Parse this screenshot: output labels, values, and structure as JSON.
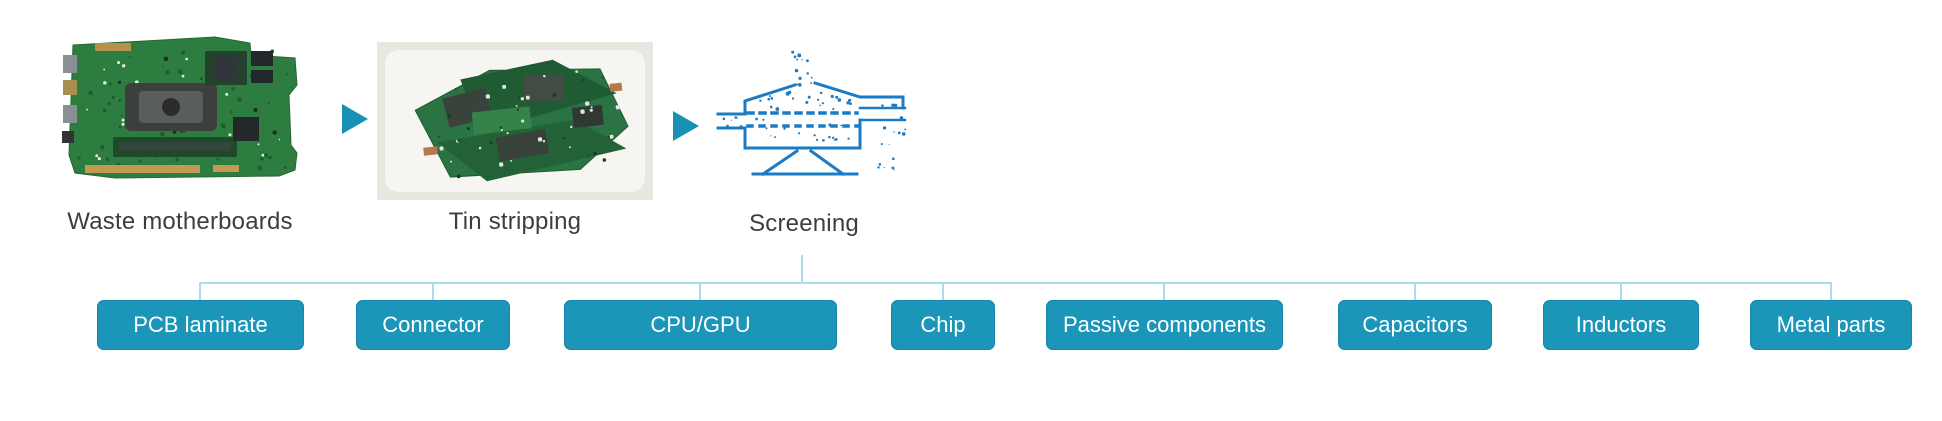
{
  "diagram": {
    "title_hidden": "",
    "steps": [
      {
        "label": "Waste motherboards",
        "icon": "waste-motherboards-photo"
      },
      {
        "label": "Tin stripping",
        "icon": "tin-stripping-photo"
      },
      {
        "label": "Screening",
        "icon": "screening-machine-icon"
      }
    ],
    "arrow_icon": "right-triangle-arrow",
    "outputs": [
      {
        "label": "PCB laminate"
      },
      {
        "label": "Connector"
      },
      {
        "label": "CPU/GPU"
      },
      {
        "label": "Chip"
      },
      {
        "label": "Passive components"
      },
      {
        "label": "Capacitors"
      },
      {
        "label": "Inductors"
      },
      {
        "label": "Metal parts"
      }
    ],
    "colors": {
      "output_box_teal": "#1b96b8",
      "arrow_teal": "#1792b4",
      "screening_icon_blue": "#1c7bc5",
      "connector_line_blue": "#abdcee",
      "label_text": "#3d3d3d"
    }
  }
}
